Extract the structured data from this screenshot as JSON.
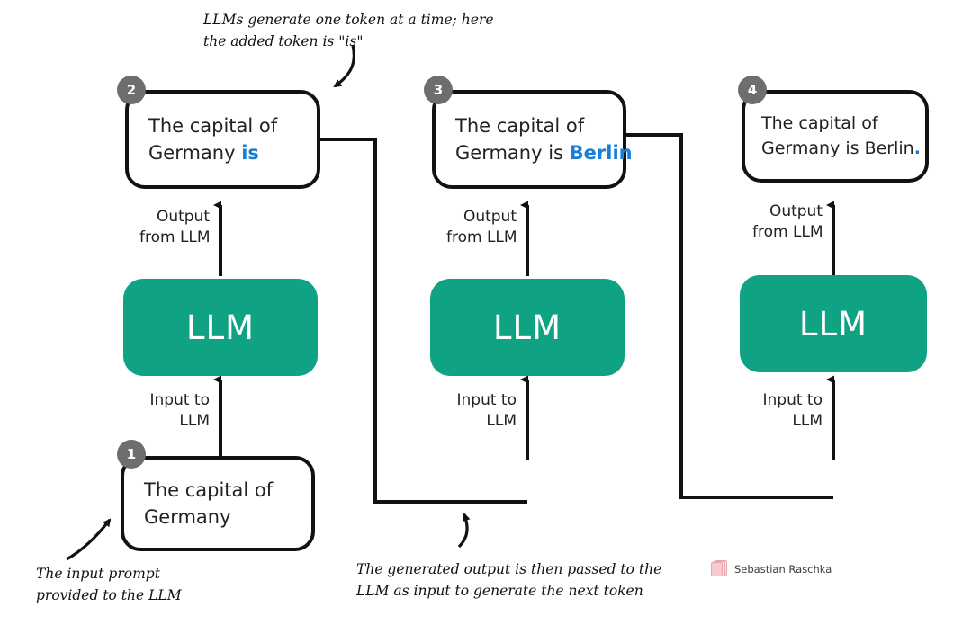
{
  "theme": {
    "accent_blue": "#1a7fd4",
    "llm_green": "#0fa383",
    "badge_gray": "#6e6e6e",
    "line_black": "#111111"
  },
  "annotations": {
    "top": {
      "line1": "LLMs generate one token at a time; here",
      "line2": "the added token is \"is\""
    },
    "bottom_left": {
      "line1": "The input prompt",
      "line2": "provided to the LLM"
    },
    "bottom_center": {
      "line1": "The generated output is then passed to the",
      "line2": "LLM as input to generate the next token"
    }
  },
  "steps": [
    {
      "badge": "1",
      "role": "input-prompt",
      "line1": "The capital of",
      "line2_plain": "Germany",
      "line2_accent": "",
      "line2_tail": ""
    },
    {
      "badge": "2",
      "role": "output-step-2",
      "line1": "The capital of",
      "line2_plain": "Germany ",
      "line2_accent": "is",
      "line2_tail": ""
    },
    {
      "badge": "3",
      "role": "output-step-3",
      "line1": "The capital of",
      "line2_plain": "Germany is ",
      "line2_accent": "Berlin",
      "line2_tail": ""
    },
    {
      "badge": "4",
      "role": "output-step-4",
      "line1": "The capital of",
      "line2_plain": "Germany is Berlin",
      "line2_accent": ".",
      "line2_tail": ""
    }
  ],
  "llm": {
    "label": "LLM",
    "count": 3
  },
  "arrow_labels": {
    "output": {
      "line1": "Output",
      "line2": "from LLM"
    },
    "input": {
      "line1": "Input to",
      "line2": "LLM"
    }
  },
  "signature": {
    "name": "Sebastian Raschka",
    "icon": "stacked-cards-icon"
  }
}
